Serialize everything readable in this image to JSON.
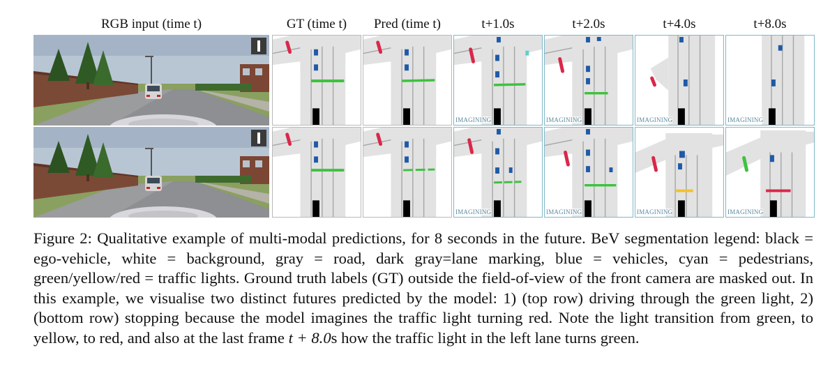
{
  "headers": {
    "rgb": "RGB input (time t)",
    "gt": "GT (time t)",
    "pred": "Pred (time t)",
    "t1": "t+1.0s",
    "t2": "t+2.0s",
    "t4": "t+4.0s",
    "t8": "t+8.0s"
  },
  "imagining_label": "IMAGINING",
  "colors": {
    "ego_vehicle": "#000000",
    "background": "#ffffff",
    "road": "#e2e2e2",
    "lane_marking": "#a5a5a5",
    "vehicles": "#1f5aa6",
    "pedestrians": "#5fd0c8",
    "light_green": "#3ec23e",
    "light_yellow": "#f2c12e",
    "light_red": "#d8284a",
    "pred_frame": "#7fb8c8"
  },
  "caption": {
    "part1": "Figure 2: Qualitative example of multi-modal predictions, for 8 seconds in the future. BeV segmentation legend: black = ego-vehicle, white = background, gray = road, dark gray=lane marking, blue = vehicles, cyan = pedestrians, green/yellow/red = traffic lights. Ground truth labels (GT) outside the field-of-view of the front camera are masked out. In this example, we visualise two distinct futures predicted by the model: 1) (top row) driving through the green light, 2) (bottom row) stopping because the model imagines the traffic light turning red. Note the light transition from green, to yellow, to red, and also at the last frame ",
    "math": "t + 8.0",
    "part2": "s how the traffic light in the left lane turns green."
  }
}
